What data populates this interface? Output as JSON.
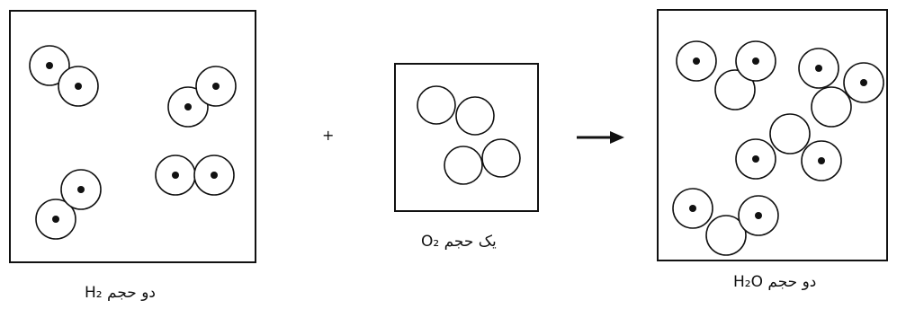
{
  "figure": {
    "plus_sign": "+",
    "boxes": [
      {
        "id": "hydrogen",
        "caption": "دو حجم H₂",
        "molecules": 4,
        "molecule_atoms": "H-H"
      },
      {
        "id": "oxygen",
        "caption": "یک حجم O₂",
        "molecules": 2,
        "molecule_atoms": "O-O"
      },
      {
        "id": "water",
        "caption": "دو حجم H₂O",
        "molecules": 4,
        "molecule_atoms": "H-O-H"
      }
    ],
    "atom_legend": {
      "hydrogen_atom": "circle with dot",
      "oxygen_atom": "empty circle"
    },
    "colors": {
      "line": "#111111",
      "background": "#ffffff"
    }
  }
}
